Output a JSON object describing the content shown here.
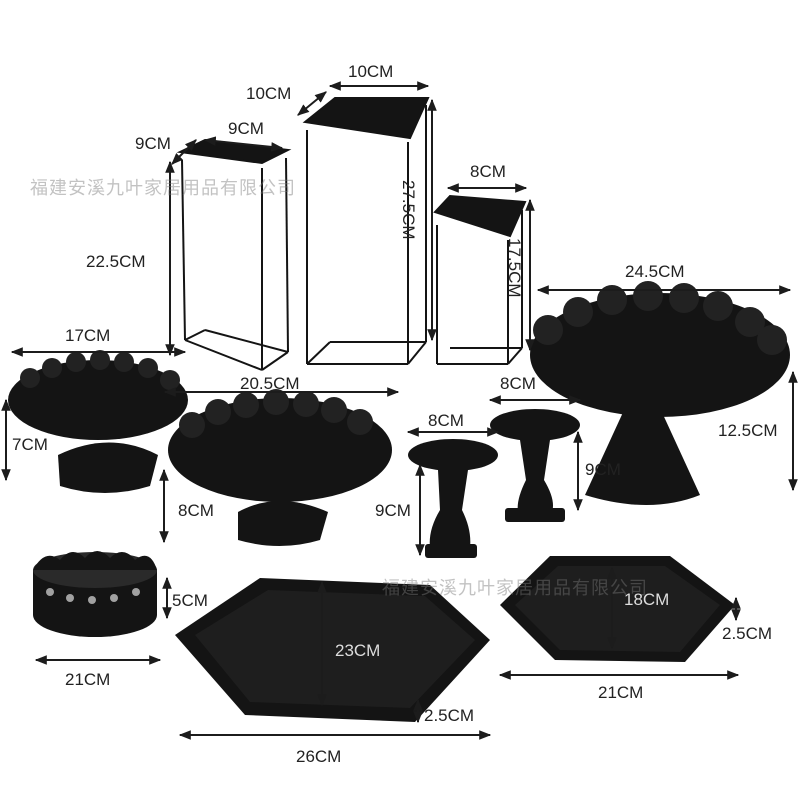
{
  "colors": {
    "product": "#141414",
    "line": "#1c1c1c",
    "text": "#222222"
  },
  "watermark": {
    "text": "福建安溪九叶家居用品有限公司"
  },
  "dimensions": {
    "stand_small_depth": "9CM",
    "stand_small_width": "9CM",
    "stand_small_height": "22.5CM",
    "stand_tall_depth": "10CM",
    "stand_tall_width": "10CM",
    "stand_tall_height": "27.5CM",
    "stand_short_width": "8CM",
    "stand_short_height": "17.5CM",
    "plate_left_diameter": "17CM",
    "plate_left_height": "7CM",
    "plate_mid_diameter": "20.5CM",
    "plate_mid_height": "8CM",
    "candle_a_diameter": "8CM",
    "candle_a_height": "9CM",
    "candle_b_diameter": "8CM",
    "candle_b_height": "9CM",
    "plate_right_diameter": "24.5CM",
    "plate_right_height": "12.5CM",
    "lace_tray_diameter": "21CM",
    "lace_tray_height": "5CM",
    "hex_large_depth": "23CM",
    "hex_large_width": "26CM",
    "hex_large_height": "2.5CM",
    "hex_small_depth": "18CM",
    "hex_small_width": "21CM",
    "hex_small_height": "2.5CM"
  }
}
